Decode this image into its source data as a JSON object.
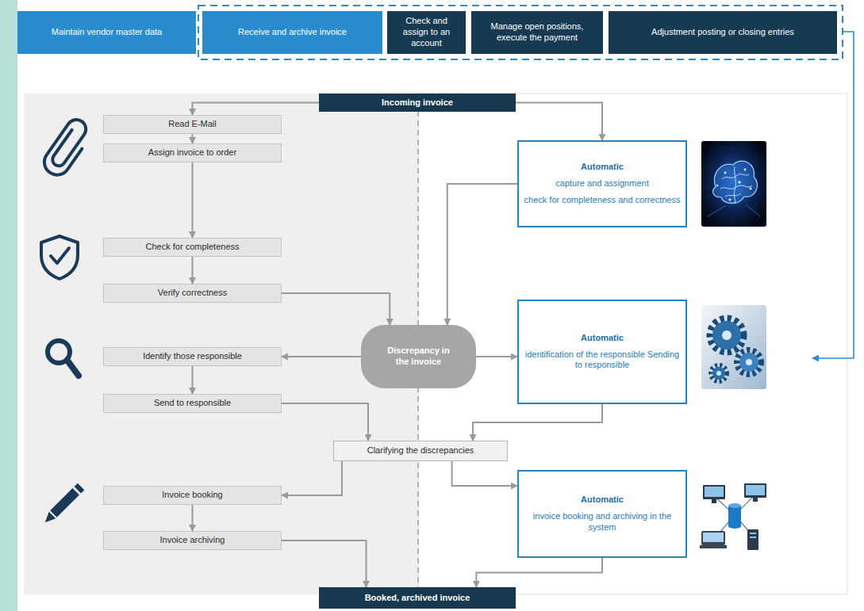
{
  "diagram": {
    "nodes": [
      {
        "text": [
          "Maintain vendor master data"
        ]
      },
      {
        "text": [
          "Receive and archive invoice"
        ]
      },
      {
        "text": [
          "Check and assign to an account"
        ]
      },
      {
        "text": [
          "Manage open positions, execute the payment"
        ]
      },
      {
        "text": [
          "Adjustment posting or closing entries"
        ]
      },
      {
        "text": [
          "Incoming invoice"
        ]
      },
      {
        "text": [
          "Read E-Mail"
        ]
      },
      {
        "text": [
          "Assign invoice to order"
        ]
      },
      {
        "text": [
          "Automatic",
          "capture and assignment",
          "check for completeness and correctness"
        ]
      },
      {
        "text": [
          "Check for completeness"
        ]
      },
      {
        "text": [
          "Verify correctness"
        ]
      },
      {
        "text": [
          "Discrepancy in the invoice"
        ]
      },
      {
        "text": [
          "Identify those responsible"
        ]
      },
      {
        "text": [
          "Send to responsible"
        ]
      },
      {
        "text": [
          "Automatic",
          "identification of the responsible Sending to responsible"
        ]
      },
      {
        "text": [
          "Clarifying the discrepancies"
        ]
      },
      {
        "text": [
          "Invoice booking"
        ]
      },
      {
        "text": [
          "Invoice archiving"
        ]
      },
      {
        "text": [
          "Automatic",
          "invoice booking and archiving in the system"
        ]
      },
      {
        "text": [
          "Booked, archived invoice"
        ]
      }
    ],
    "edges": [
      {
        "from": 5,
        "to": 6,
        "arrow": "to"
      },
      {
        "from": 5,
        "to": 8,
        "arrow": "to"
      },
      {
        "from": 6,
        "to": 7,
        "arrow": "to"
      },
      {
        "from": 7,
        "to": 9,
        "arrow": "to"
      },
      {
        "from": 9,
        "to": 10,
        "arrow": "to"
      },
      {
        "from": 10,
        "to": 11,
        "arrow": "to"
      },
      {
        "from": 8,
        "to": 11,
        "arrow": "to"
      },
      {
        "from": 11,
        "to": 12,
        "arrow": "to"
      },
      {
        "from": 11,
        "to": 14,
        "arrow": "to"
      },
      {
        "from": 12,
        "to": 13,
        "arrow": "to"
      },
      {
        "from": 13,
        "to": 15,
        "arrow": "to"
      },
      {
        "from": 14,
        "to": 15,
        "arrow": "to"
      },
      {
        "from": 15,
        "to": 16,
        "arrow": "to"
      },
      {
        "from": 15,
        "to": 18,
        "arrow": "to"
      },
      {
        "from": 16,
        "to": 17,
        "arrow": "to"
      },
      {
        "from": 17,
        "to": 19,
        "arrow": "to"
      },
      {
        "from": 18,
        "to": 19,
        "arrow": "to"
      }
    ]
  }
}
